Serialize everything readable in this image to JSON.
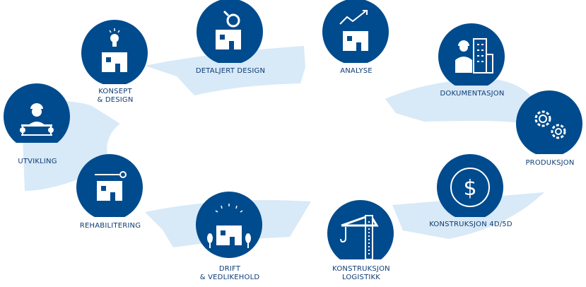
{
  "colors": {
    "accent": "#004b8d",
    "band": "#d8e9f7",
    "text": "#0d3b73"
  },
  "stages": [
    {
      "id": "utvikling",
      "label_lines": [
        "UTVIKLING"
      ],
      "icon": "engineer-with-blueprint-icon"
    },
    {
      "id": "konsept",
      "label_lines": [
        "KONSEPT",
        "& DESIGN"
      ],
      "icon": "lightbulb-building-icon"
    },
    {
      "id": "detaljert",
      "label_lines": [
        "DETALJERT DESIGN"
      ],
      "icon": "magnifier-building-icon"
    },
    {
      "id": "analyse",
      "label_lines": [
        "ANALYSE"
      ],
      "icon": "trend-building-icon"
    },
    {
      "id": "dokumentasjon",
      "label_lines": [
        "DOKUMENTASJON"
      ],
      "icon": "engineer-documents-icon"
    },
    {
      "id": "produksjon",
      "label_lines": [
        "PRODUKSJON"
      ],
      "icon": "gears-icon"
    },
    {
      "id": "konstruksjon-4d5d",
      "label_lines": [
        "KONSTRUKSJON 4D/5D"
      ],
      "icon": "dollar-clock-icon"
    },
    {
      "id": "logistikk",
      "label_lines": [
        "KONSTRUKSJON",
        "LOGISTIKK"
      ],
      "icon": "crane-icon"
    },
    {
      "id": "drift",
      "label_lines": [
        "DRIFT",
        "& VEDLIKEHOLD"
      ],
      "icon": "building-trees-icon"
    },
    {
      "id": "rehabilitering",
      "label_lines": [
        "REHABILITERING"
      ],
      "icon": "building-repair-icon"
    }
  ]
}
